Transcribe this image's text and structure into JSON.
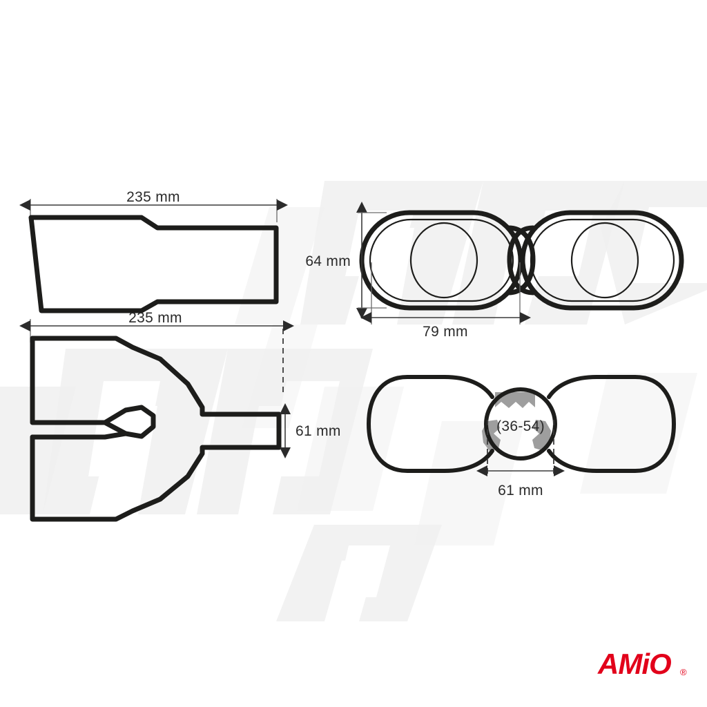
{
  "page": {
    "background_color": "#ffffff",
    "watermark_color": "#f0f0f0",
    "line_color": "#1d1d1b",
    "dimension_text_color": "#2b2b2b",
    "clamp_color": "#9e9e9e"
  },
  "views": {
    "top_left": {
      "name": "side-profile-single",
      "length_label": "235 mm"
    },
    "bottom_left": {
      "name": "top-profile-twin",
      "length_label": "235 mm",
      "inlet_label": "61 mm"
    },
    "top_right": {
      "name": "front-view-twin-oval",
      "height_label": "64 mm",
      "width_label": "79 mm"
    },
    "bottom_right": {
      "name": "rear-view-twin-oval",
      "clamp_label": "(36-54)",
      "inlet_label": "61 mm"
    }
  },
  "logo": {
    "text": "AMiO",
    "registered_mark": "®",
    "color": "#e2001a"
  }
}
